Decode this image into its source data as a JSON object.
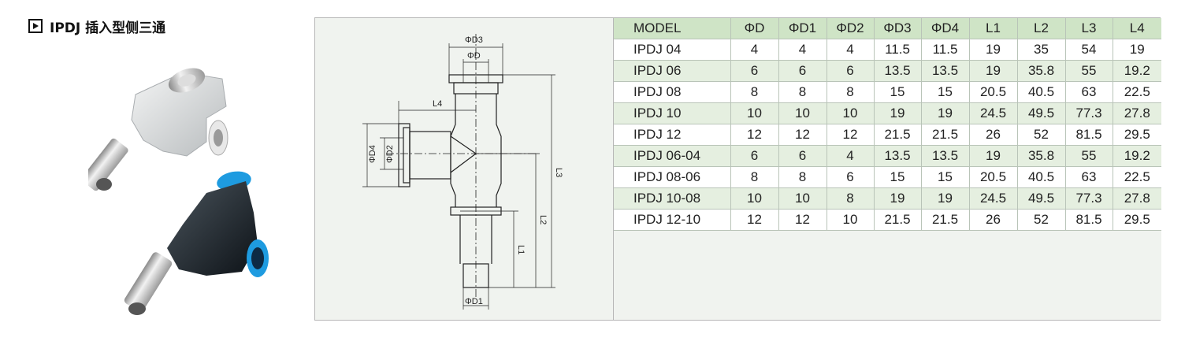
{
  "header": {
    "title": "IPDJ 插入型侧三通",
    "icon": "play-square-icon"
  },
  "drawing": {
    "labels": {
      "d3": "ΦD3",
      "d": "ΦD",
      "l4": "L4",
      "d4": "ΦD4",
      "d2": "ΦD2",
      "l3": "L3",
      "l2": "L2",
      "l1": "L1",
      "d1": "ΦD1"
    }
  },
  "table": {
    "columns": [
      "MODEL",
      "ΦD",
      "ΦD1",
      "ΦD2",
      "ΦD3",
      "ΦD4",
      "L1",
      "L2",
      "L3",
      "L4"
    ],
    "rows": [
      [
        "IPDJ 04",
        "4",
        "4",
        "4",
        "11.5",
        "11.5",
        "19",
        "35",
        "54",
        "19"
      ],
      [
        "IPDJ 06",
        "6",
        "6",
        "6",
        "13.5",
        "13.5",
        "19",
        "35.8",
        "55",
        "19.2"
      ],
      [
        "IPDJ 08",
        "8",
        "8",
        "8",
        "15",
        "15",
        "20.5",
        "40.5",
        "63",
        "22.5"
      ],
      [
        "IPDJ 10",
        "10",
        "10",
        "10",
        "19",
        "19",
        "24.5",
        "49.5",
        "77.3",
        "27.8"
      ],
      [
        "IPDJ 12",
        "12",
        "12",
        "12",
        "21.5",
        "21.5",
        "26",
        "52",
        "81.5",
        "29.5"
      ],
      [
        "IPDJ 06-04",
        "6",
        "6",
        "4",
        "13.5",
        "13.5",
        "19",
        "35.8",
        "55",
        "19.2"
      ],
      [
        "IPDJ 08-06",
        "8",
        "8",
        "6",
        "15",
        "15",
        "20.5",
        "40.5",
        "63",
        "22.5"
      ],
      [
        "IPDJ 10-08",
        "10",
        "10",
        "8",
        "19",
        "19",
        "24.5",
        "49.5",
        "77.3",
        "27.8"
      ],
      [
        "IPDJ 12-10",
        "12",
        "12",
        "10",
        "21.5",
        "21.5",
        "26",
        "52",
        "81.5",
        "29.5"
      ]
    ]
  },
  "colors": {
    "header_row": "#cfe4c6",
    "even_row": "#e5efe0",
    "panel_bg": "#f0f3ef",
    "ring_blue": "#1e9be0"
  }
}
